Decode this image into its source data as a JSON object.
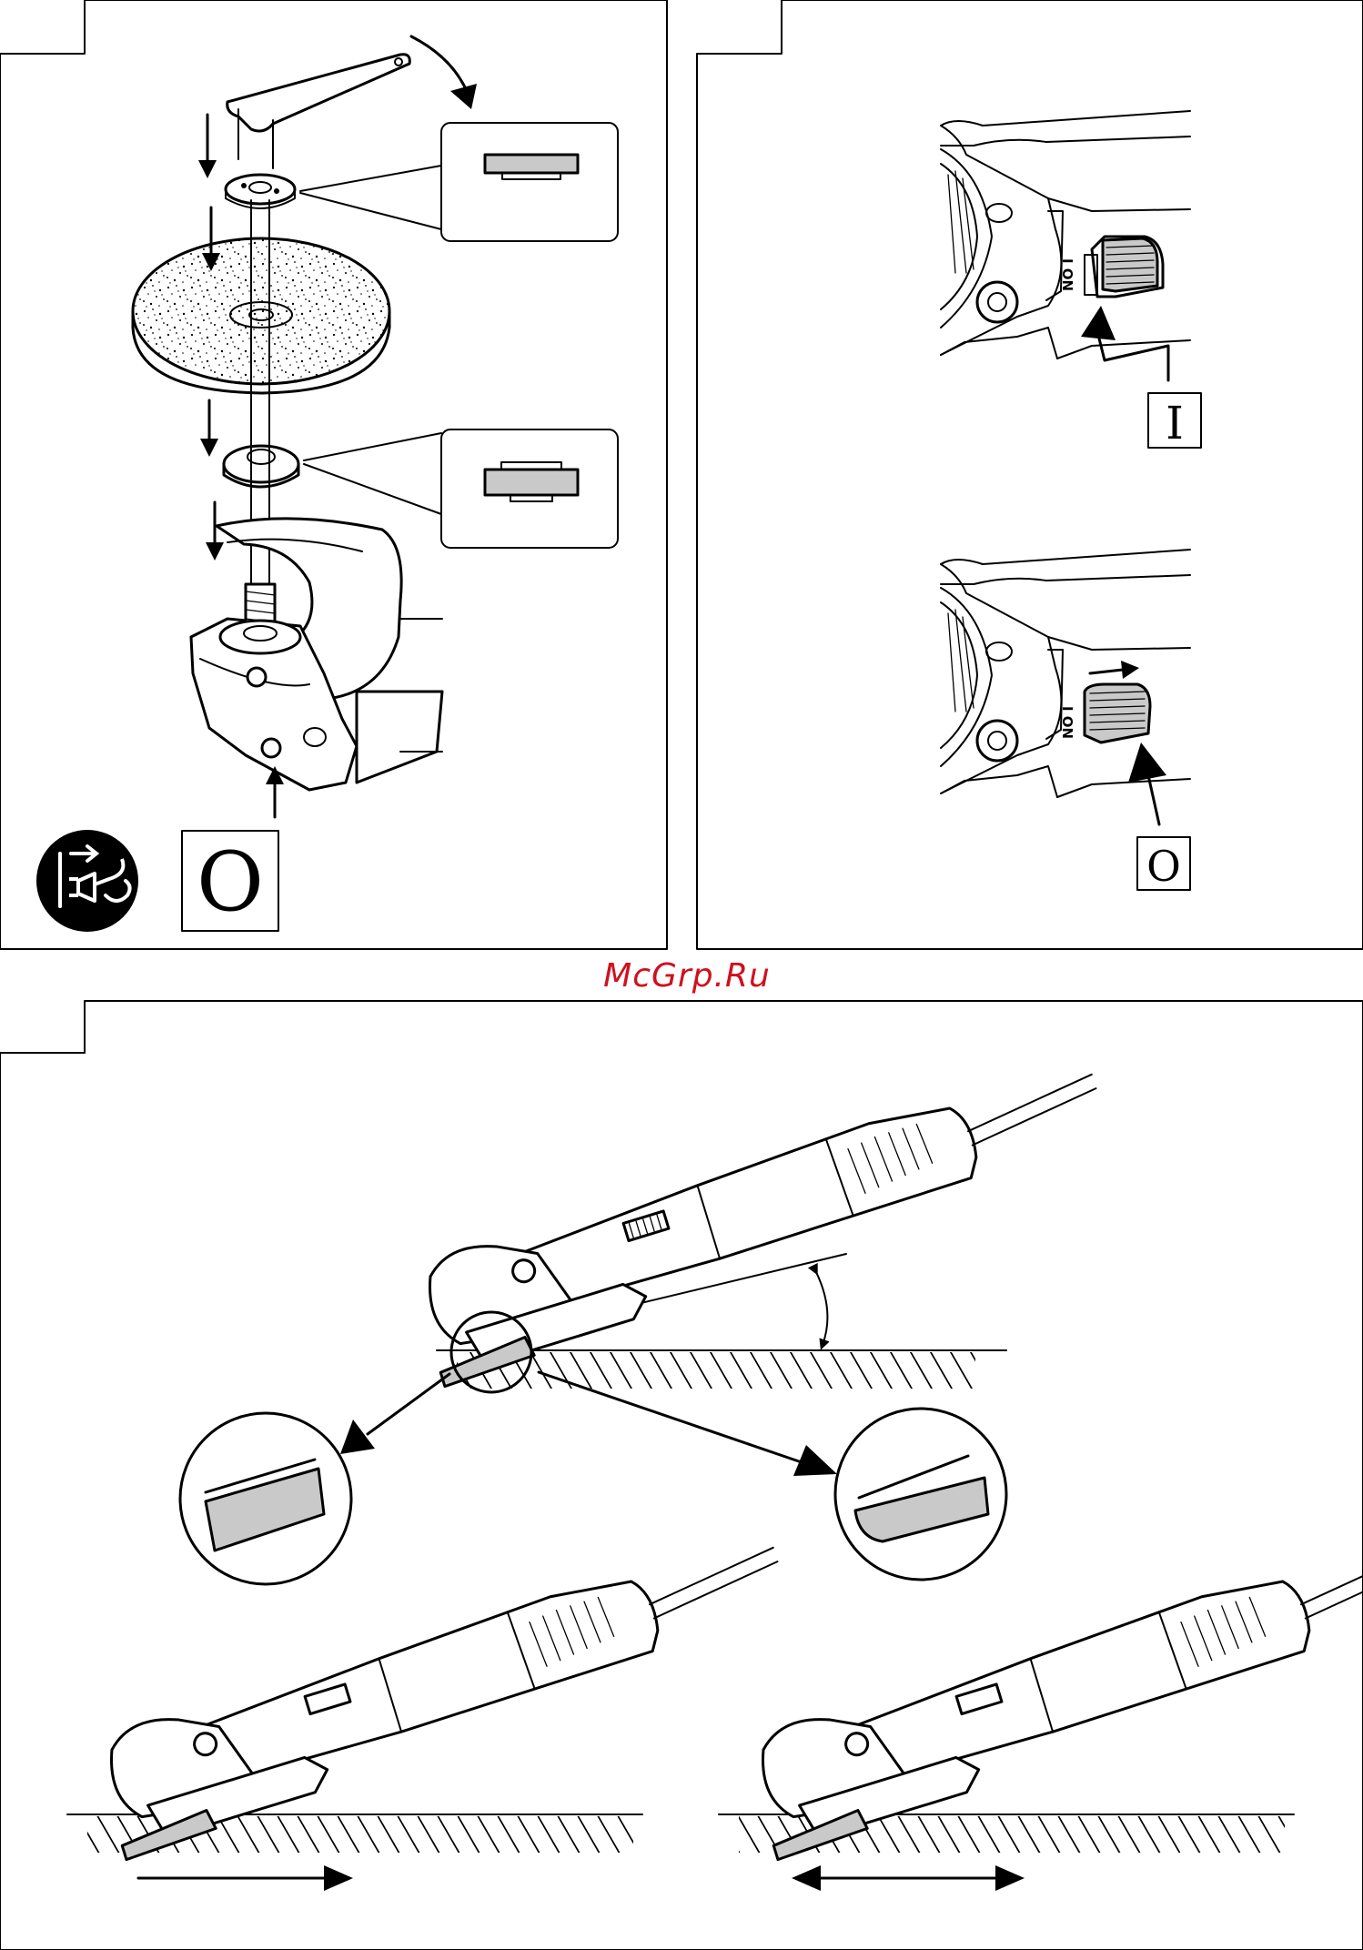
{
  "watermark": {
    "text": "McGrp.Ru",
    "color": "#d0101e"
  },
  "panel_assembly": {
    "symbol_off": "O",
    "unplug_icon": "unplug-before-service-icon"
  },
  "panel_switch": {
    "state_on": {
      "symbol": "I",
      "switch_marking": "I ON"
    },
    "state_off": {
      "symbol": "O",
      "switch_marking": "I ON"
    }
  },
  "panel_usage": {
    "icons": [
      "grinder-icon",
      "wheel-edge-detail-icon"
    ]
  }
}
